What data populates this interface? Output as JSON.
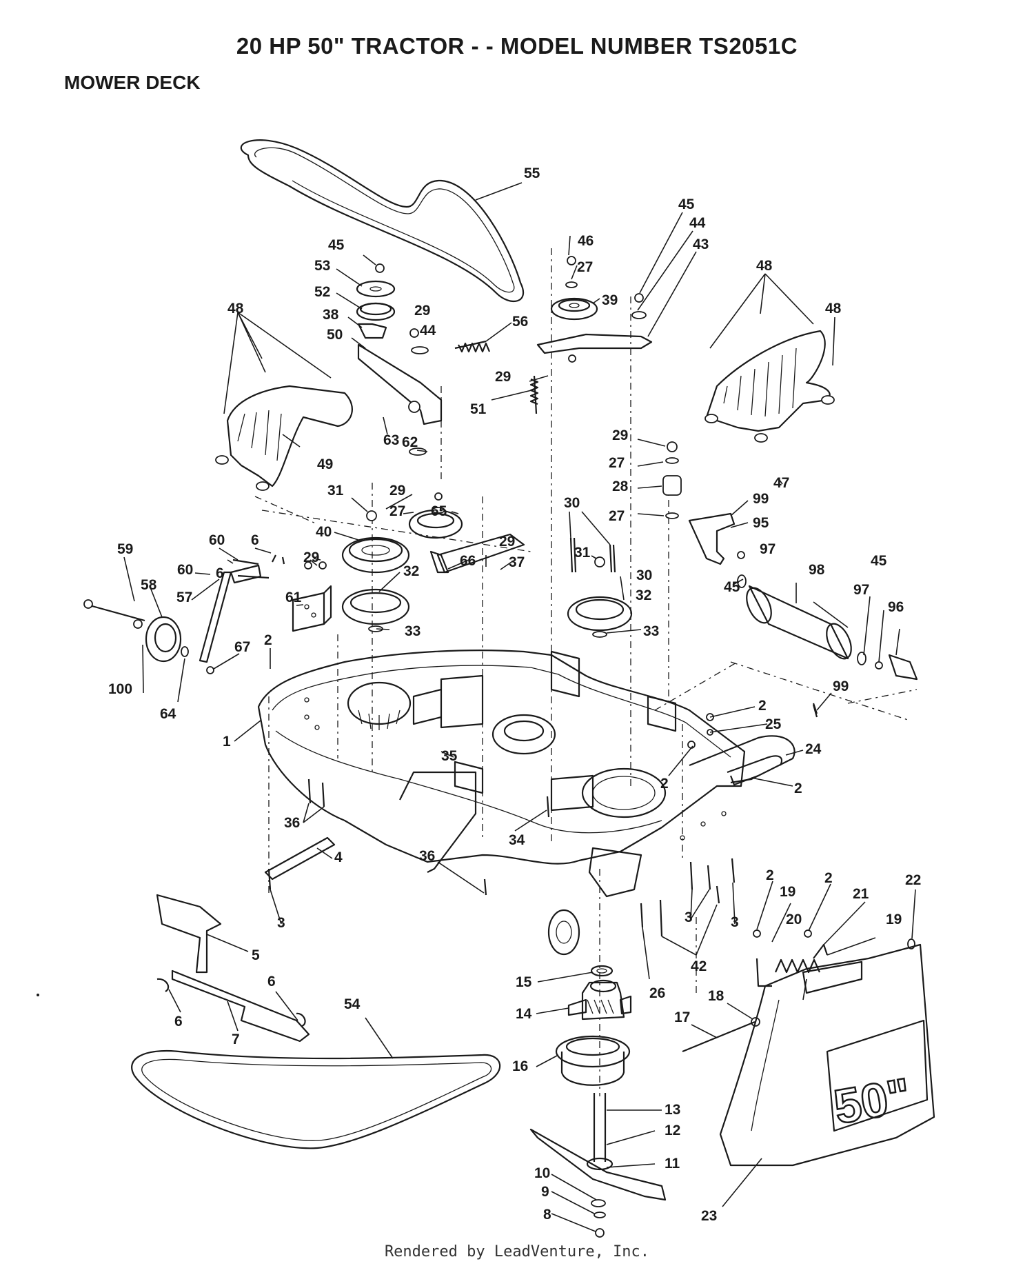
{
  "header": {
    "title": "20 HP 50\" TRACTOR - - MODEL NUMBER TS2051C",
    "section": "MOWER DECK"
  },
  "footer": {
    "text": "Rendered by LeadVenture, Inc."
  },
  "shroud_marking": "50\"",
  "part_labels": [
    {
      "id": "lbl-55a",
      "text": "55"
    },
    {
      "id": "lbl-45a",
      "text": "45"
    },
    {
      "id": "lbl-53",
      "text": "53"
    },
    {
      "id": "lbl-52",
      "text": "52"
    },
    {
      "id": "lbl-38",
      "text": "38"
    },
    {
      "id": "lbl-50",
      "text": "50"
    },
    {
      "id": "lbl-48a",
      "text": "48"
    },
    {
      "id": "lbl-29a",
      "text": "29"
    },
    {
      "id": "lbl-44a",
      "text": "44"
    },
    {
      "id": "lbl-56",
      "text": "56"
    },
    {
      "id": "lbl-46",
      "text": "46"
    },
    {
      "id": "lbl-27a",
      "text": "27"
    },
    {
      "id": "lbl-39",
      "text": "39"
    },
    {
      "id": "lbl-45b",
      "text": "45"
    },
    {
      "id": "lbl-44b",
      "text": "44"
    },
    {
      "id": "lbl-43",
      "text": "43"
    },
    {
      "id": "lbl-48b",
      "text": "48"
    },
    {
      "id": "lbl-48c",
      "text": "48"
    },
    {
      "id": "lbl-29b",
      "text": "29"
    },
    {
      "id": "lbl-51",
      "text": "51"
    },
    {
      "id": "lbl-63",
      "text": "63"
    },
    {
      "id": "lbl-62",
      "text": "62"
    },
    {
      "id": "lbl-49",
      "text": "49"
    },
    {
      "id": "lbl-29c",
      "text": "29"
    },
    {
      "id": "lbl-27b",
      "text": "27"
    },
    {
      "id": "lbl-28",
      "text": "28"
    },
    {
      "id": "lbl-27c",
      "text": "27"
    },
    {
      "id": "lbl-47",
      "text": "47"
    },
    {
      "id": "lbl-31a",
      "text": "31"
    },
    {
      "id": "lbl-29d",
      "text": "29"
    },
    {
      "id": "lbl-27d",
      "text": "27"
    },
    {
      "id": "lbl-65",
      "text": "65"
    },
    {
      "id": "lbl-40",
      "text": "40"
    },
    {
      "id": "lbl-30a",
      "text": "30"
    },
    {
      "id": "lbl-99a",
      "text": "99"
    },
    {
      "id": "lbl-95",
      "text": "95"
    },
    {
      "id": "lbl-59",
      "text": "59"
    },
    {
      "id": "lbl-60a",
      "text": "60"
    },
    {
      "id": "lbl-6a",
      "text": "6"
    },
    {
      "id": "lbl-60b",
      "text": "60"
    },
    {
      "id": "lbl-6b",
      "text": "6"
    },
    {
      "id": "lbl-58",
      "text": "58"
    },
    {
      "id": "lbl-57",
      "text": "57"
    },
    {
      "id": "lbl-29e",
      "text": "29"
    },
    {
      "id": "lbl-61",
      "text": "61"
    },
    {
      "id": "lbl-32a",
      "text": "32"
    },
    {
      "id": "lbl-29f",
      "text": "29"
    },
    {
      "id": "lbl-66",
      "text": "66"
    },
    {
      "id": "lbl-37",
      "text": "37"
    },
    {
      "id": "lbl-31b",
      "text": "31"
    },
    {
      "id": "lbl-30b",
      "text": "30"
    },
    {
      "id": "lbl-32b",
      "text": "32"
    },
    {
      "id": "lbl-45c",
      "text": "45"
    },
    {
      "id": "lbl-97a",
      "text": "97"
    },
    {
      "id": "lbl-98",
      "text": "98"
    },
    {
      "id": "lbl-45d",
      "text": "45"
    },
    {
      "id": "lbl-97b",
      "text": "97"
    },
    {
      "id": "lbl-96",
      "text": "96"
    },
    {
      "id": "lbl-2a",
      "text": "2"
    },
    {
      "id": "lbl-67",
      "text": "67"
    },
    {
      "id": "lbl-33a",
      "text": "33"
    },
    {
      "id": "lbl-33b",
      "text": "33"
    },
    {
      "id": "lbl-100",
      "text": "100"
    },
    {
      "id": "lbl-64",
      "text": "64"
    },
    {
      "id": "lbl-99b",
      "text": "99"
    },
    {
      "id": "lbl-1",
      "text": "1"
    },
    {
      "id": "lbl-2b",
      "text": "2"
    },
    {
      "id": "lbl-25",
      "text": "25"
    },
    {
      "id": "lbl-35",
      "text": "35"
    },
    {
      "id": "lbl-24",
      "text": "24"
    },
    {
      "id": "lbl-2c",
      "text": "2"
    },
    {
      "id": "lbl-2d",
      "text": "2"
    },
    {
      "id": "lbl-36a",
      "text": "36"
    },
    {
      "id": "lbl-34",
      "text": "34"
    },
    {
      "id": "lbl-4",
      "text": "4"
    },
    {
      "id": "lbl-36b",
      "text": "36"
    },
    {
      "id": "lbl-3a",
      "text": "3"
    },
    {
      "id": "lbl-2e",
      "text": "2"
    },
    {
      "id": "lbl-19a",
      "text": "19"
    },
    {
      "id": "lbl-2f",
      "text": "2"
    },
    {
      "id": "lbl-21",
      "text": "21"
    },
    {
      "id": "lbl-22",
      "text": "22"
    },
    {
      "id": "lbl-3b",
      "text": "3"
    },
    {
      "id": "lbl-3c",
      "text": "3"
    },
    {
      "id": "lbl-20",
      "text": "20"
    },
    {
      "id": "lbl-19b",
      "text": "19"
    },
    {
      "id": "lbl-42",
      "text": "42"
    },
    {
      "id": "lbl-5",
      "text": "5"
    },
    {
      "id": "lbl-15",
      "text": "15"
    },
    {
      "id": "lbl-26",
      "text": "26"
    },
    {
      "id": "lbl-6c",
      "text": "6"
    },
    {
      "id": "lbl-18",
      "text": "18"
    },
    {
      "id": "lbl-54",
      "text": "54"
    },
    {
      "id": "lbl-14",
      "text": "14"
    },
    {
      "id": "lbl-17",
      "text": "17"
    },
    {
      "id": "lbl-6d",
      "text": "6"
    },
    {
      "id": "lbl-7",
      "text": "7"
    },
    {
      "id": "lbl-16",
      "text": "16"
    },
    {
      "id": "lbl-13",
      "text": "13"
    },
    {
      "id": "lbl-12",
      "text": "12"
    },
    {
      "id": "lbl-11",
      "text": "11"
    },
    {
      "id": "lbl-10",
      "text": "10"
    },
    {
      "id": "lbl-9",
      "text": "9"
    },
    {
      "id": "lbl-8",
      "text": "8"
    },
    {
      "id": "lbl-23",
      "text": "23"
    }
  ]
}
